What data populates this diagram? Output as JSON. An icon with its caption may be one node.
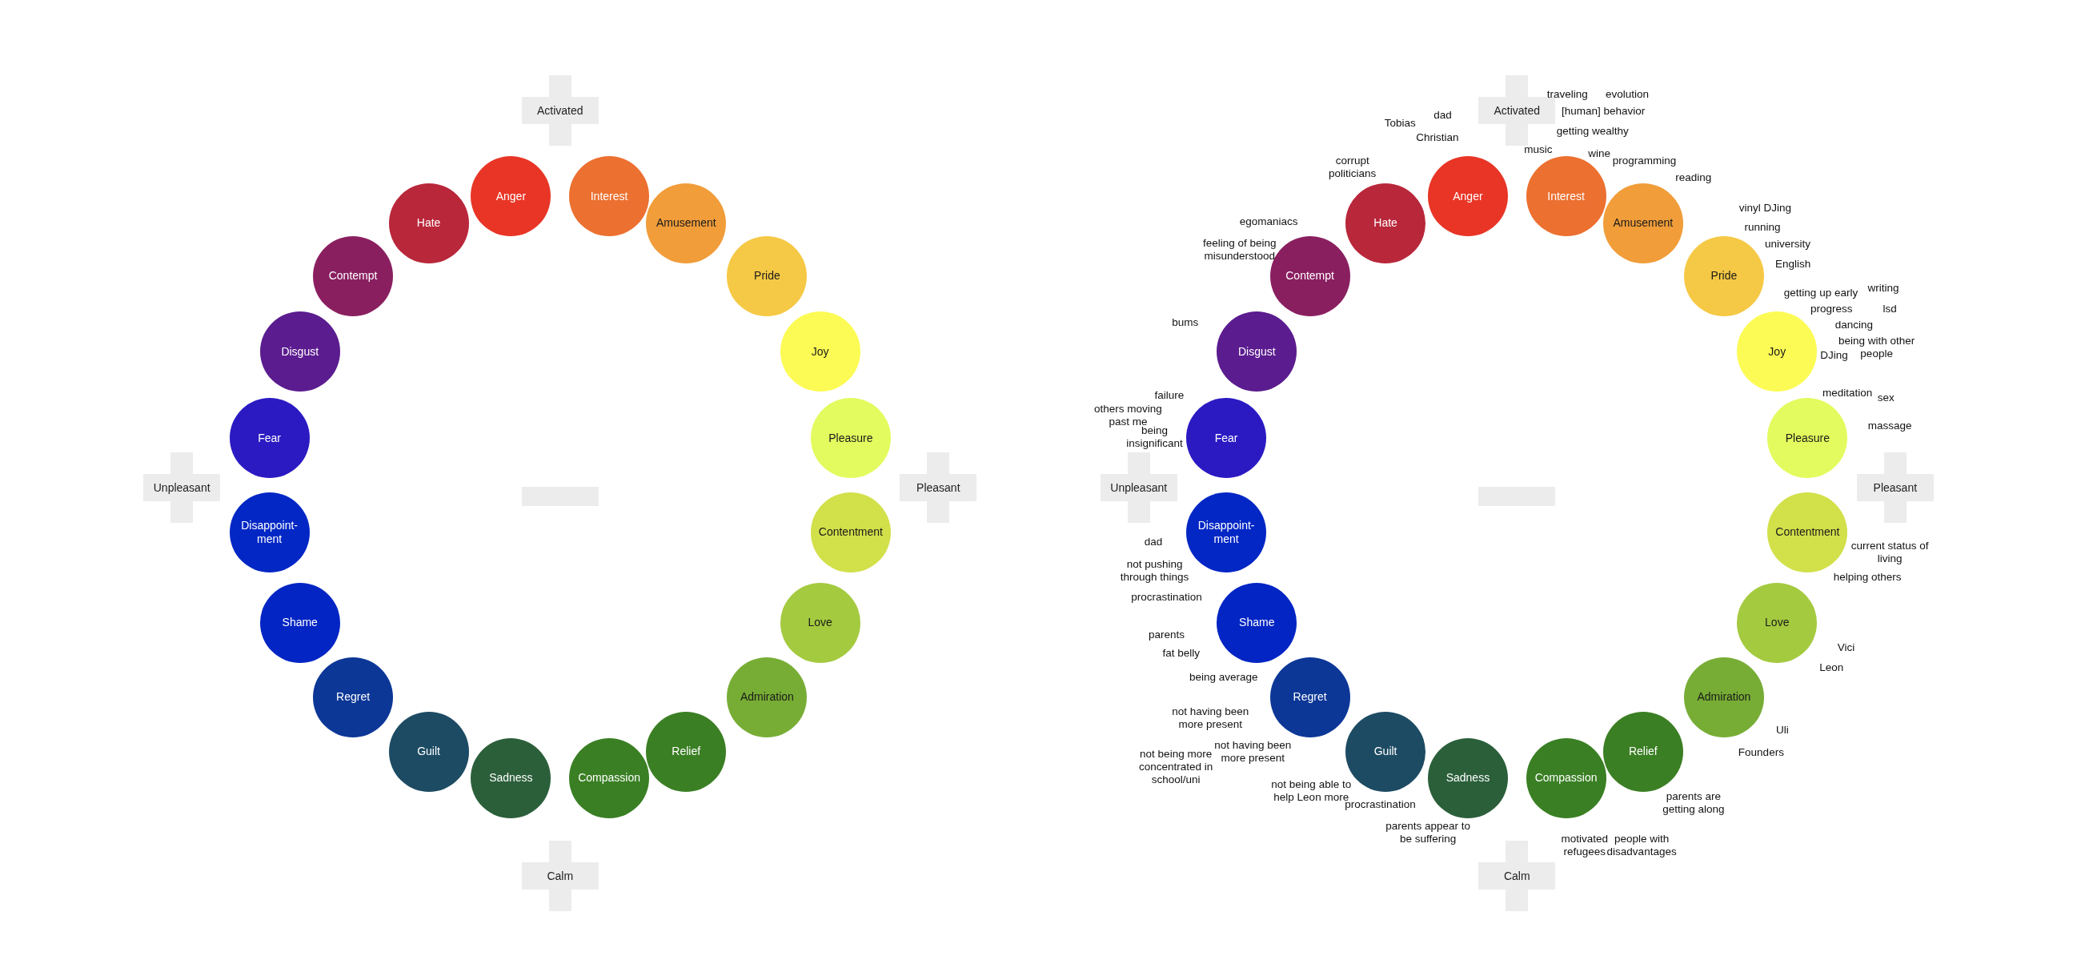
{
  "diagram": {
    "nodes": [
      {
        "text": [
          "Activated"
        ]
      },
      {
        "text": [
          "Anger"
        ]
      },
      {
        "text": [
          "Interest"
        ]
      },
      {
        "text": [
          "Amusement"
        ]
      },
      {
        "text": [
          "Pride"
        ]
      },
      {
        "text": [
          "Joy"
        ]
      },
      {
        "text": [
          "Pleasure"
        ]
      },
      {
        "text": [
          "Contentment"
        ]
      },
      {
        "text": [
          "Love"
        ]
      },
      {
        "text": [
          "Admiration"
        ]
      },
      {
        "text": [
          "Relief"
        ]
      },
      {
        "text": [
          "Compassion"
        ]
      },
      {
        "text": [
          "Sadness"
        ]
      },
      {
        "text": [
          "Guilt"
        ]
      },
      {
        "text": [
          "Regret"
        ]
      },
      {
        "text": [
          "Shame"
        ]
      },
      {
        "text": [
          "Disappoint- ment"
        ]
      },
      {
        "text": [
          "Fear"
        ]
      },
      {
        "text": [
          "Disgust"
        ]
      },
      {
        "text": [
          "Contempt"
        ]
      },
      {
        "text": [
          "Hate"
        ]
      },
      {
        "text": [
          "Unpleasant"
        ]
      },
      {
        "text": [],
        "shape": "bar"
      },
      {
        "text": [
          "Pleasant"
        ]
      },
      {
        "text": [
          "Calm"
        ]
      },
      {
        "text": [
          "Activated"
        ]
      },
      {
        "text": [
          "Anger"
        ]
      },
      {
        "text": [
          "Interest"
        ]
      },
      {
        "text": [
          "Amusement"
        ]
      },
      {
        "text": [
          "Pride"
        ]
      },
      {
        "text": [
          "Joy"
        ]
      },
      {
        "text": [
          "Pleasure"
        ]
      },
      {
        "text": [
          "Contentment"
        ]
      },
      {
        "text": [
          "Love"
        ]
      },
      {
        "text": [
          "Admiration"
        ]
      },
      {
        "text": [
          "Relief"
        ]
      },
      {
        "text": [
          "Compassion"
        ]
      },
      {
        "text": [
          "Sadness"
        ]
      },
      {
        "text": [
          "Guilt"
        ]
      },
      {
        "text": [
          "Regret"
        ]
      },
      {
        "text": [
          "Shame"
        ]
      },
      {
        "text": [
          "Disappoint- ment"
        ]
      },
      {
        "text": [
          "Fear"
        ]
      },
      {
        "text": [
          "Disgust"
        ]
      },
      {
        "text": [
          "Contempt"
        ]
      },
      {
        "text": [
          "Hate"
        ]
      },
      {
        "text": [
          "Unpleasant"
        ]
      },
      {
        "text": [],
        "shape": "bar"
      },
      {
        "text": [
          "Pleasant"
        ]
      },
      {
        "text": [
          "Calm"
        ]
      }
    ],
    "labels": [
      "traveling",
      "evolution",
      "dad",
      "[human] behavior",
      "Tobias",
      "getting wealthy",
      "Christian",
      "music",
      "wine",
      "programming",
      "corrupt politicians",
      "reading",
      "vinyl DJing",
      "egomaniacs",
      "running",
      "university",
      "feeling of being misunderstood",
      "English",
      "writing",
      "getting up early",
      "progress",
      "lsd",
      "bums",
      "dancing",
      "being with other people",
      "DJing",
      "failure",
      "meditation",
      "sex",
      "others moving past me",
      "massage",
      "being insignificant",
      "dad",
      "current status of living",
      "not pushing through things",
      "helping others",
      "procrastination",
      "parents",
      "Vici",
      "fat belly",
      "Leon",
      "being average",
      "not having been more present",
      "Uli",
      "not having been more present",
      "Founders",
      "not being more concentrated in school/uni",
      "not being able to help Leon more",
      "parents are getting along",
      "procrastination",
      "parents appear to be suffering",
      "motivated refugees",
      "people with disadvantages"
    ]
  }
}
